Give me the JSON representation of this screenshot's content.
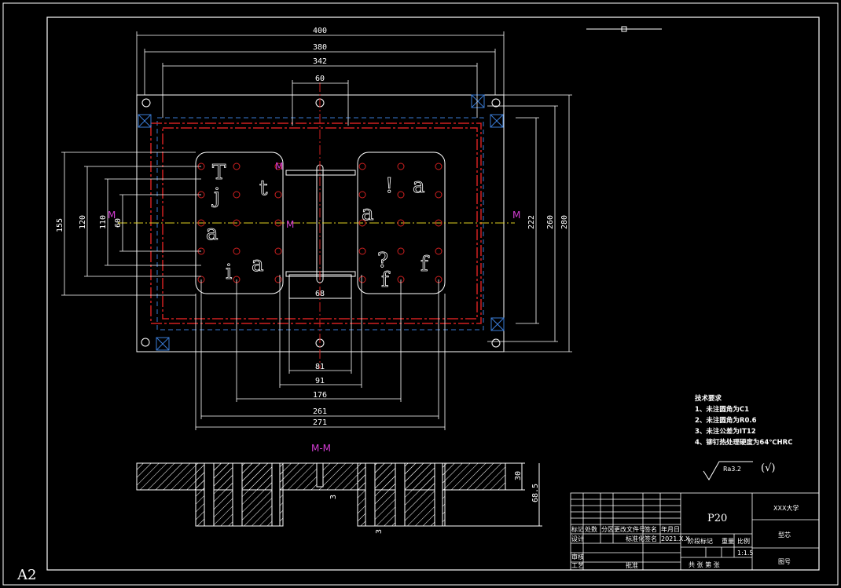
{
  "sheet_size": "A2",
  "section_label": "M-M",
  "section_marks": [
    "M",
    "M",
    "M",
    "M"
  ],
  "dimensions": {
    "top": [
      "400",
      "380",
      "342",
      "60"
    ],
    "right": [
      "222",
      "260",
      "280"
    ],
    "left": [
      "155",
      "120",
      "110",
      "60"
    ],
    "bottom": [
      "68",
      "81",
      "91",
      "176",
      "261",
      "271"
    ],
    "section": [
      "30",
      "68.5",
      "3",
      "3"
    ]
  },
  "notes": {
    "heading": "技术要求",
    "items": [
      "1、未注圆角为C1",
      "2、未注圆角为R0.6",
      "3、未注公差为IT12",
      "4、铆钉热处理硬度为64℃HRC"
    ]
  },
  "roughness": {
    "value": "Ra3.2",
    "mark": "(√)"
  },
  "title_block": {
    "material": "P20",
    "school": "XXX大学",
    "part_name": "型芯",
    "drawing_no_label": "图号",
    "row_labels": [
      "标记",
      "处数",
      "分区",
      "更改文件号",
      "签名",
      "年月日"
    ],
    "design_label": "设计",
    "std_label": "标准化",
    "sign_label": "签名",
    "date_value": "2021.X.X",
    "stage_label": "阶段标记",
    "weight_label": "重量",
    "scale_label": "比例",
    "scale_value": "1:1.5",
    "review_label": "审核",
    "process_label": "工艺",
    "approve_label": "批准",
    "sheets_label": "共  张 第  张"
  }
}
